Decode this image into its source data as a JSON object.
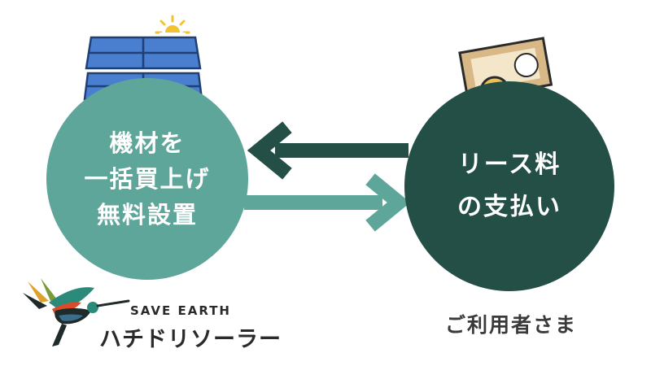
{
  "left_circle": {
    "lines": [
      "機材を",
      "一括買上げ",
      "無料設置"
    ]
  },
  "right_circle": {
    "lines": [
      "リース料",
      "の支払い"
    ]
  },
  "user_label": "ご利用者さま",
  "logo": {
    "tagline": "SAVE EARTH",
    "name": "ハチドリソーラー"
  },
  "icons": {
    "solar": "solar-panel-icon",
    "sun": "sun-icon",
    "money": "banknote-coins-icon",
    "bird": "hummingbird-icon"
  },
  "colors": {
    "light_teal": "#5ea69a",
    "dark_green": "#244f46",
    "panel_blue": "#4a7fd0",
    "sun_yellow": "#f2c230",
    "coin_gold": "#e8c15a",
    "banknote": "#d9b887"
  }
}
